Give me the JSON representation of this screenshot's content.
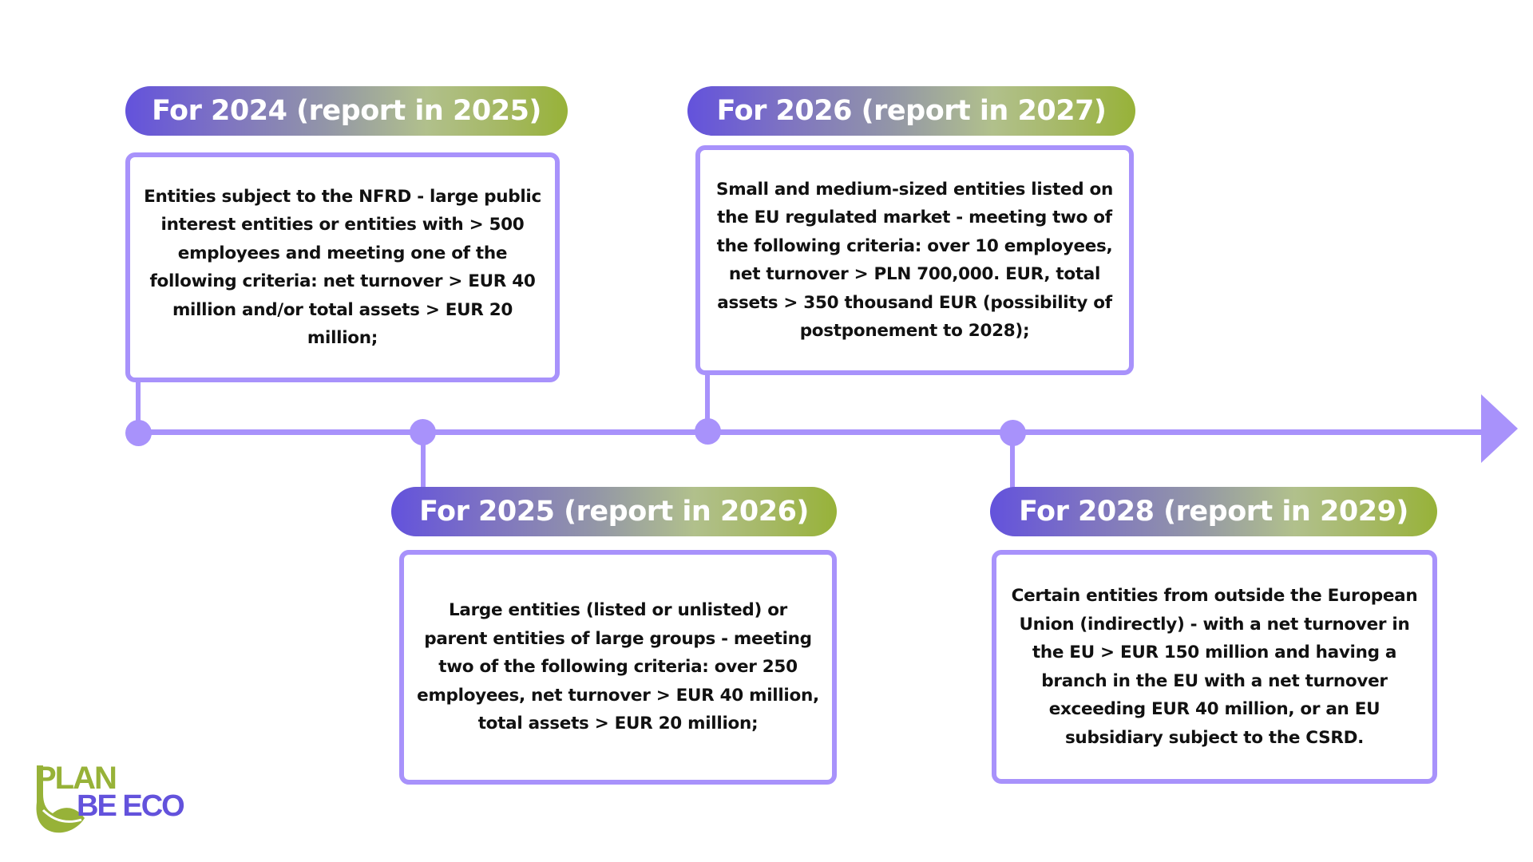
{
  "timeline": {
    "colors": {
      "line": "#a892fb",
      "pill_gradient_start": "#6352dc",
      "pill_gradient_mid": "#b1c08c",
      "pill_gradient_end": "#97b238",
      "box_border": "#a892fb",
      "text": "#111111"
    },
    "milestones": [
      {
        "label": "For 2024 (report in 2025)",
        "position": "above",
        "description": "Entities subject to the NFRD - large public interest entities or entities with > 500 employees and meeting one of the following criteria: net turnover > EUR 40 million and/or total assets > EUR 20 million;"
      },
      {
        "label": "For 2025 (report in 2026)",
        "position": "below",
        "description": "Large entities (listed or unlisted) or parent entities of large groups - meeting two of the following criteria: over 250 employees, net turnover > EUR 40 million, total assets > EUR 20 million;"
      },
      {
        "label": "For 2026 (report in 2027)",
        "position": "above",
        "description": "Small and medium-sized entities listed on the EU regulated market - meeting two of the following criteria: over 10 employees, net turnover > PLN 700,000. EUR, total assets > 350 thousand EUR (possibility of postponement to 2028);"
      },
      {
        "label": "For 2028 (report in 2029)",
        "position": "below",
        "description": "Certain entities from outside the European Union (indirectly) - with a net turnover in the EU > EUR 150 million and having a branch in the EU with a net turnover exceeding EUR 40 million, or an EU subsidiary subject to the CSRD."
      }
    ]
  },
  "logo": {
    "line1": "PLAN",
    "line2": "BE ECO",
    "colors": {
      "plan": "#97b238",
      "be_eco": "#6352dc"
    }
  }
}
